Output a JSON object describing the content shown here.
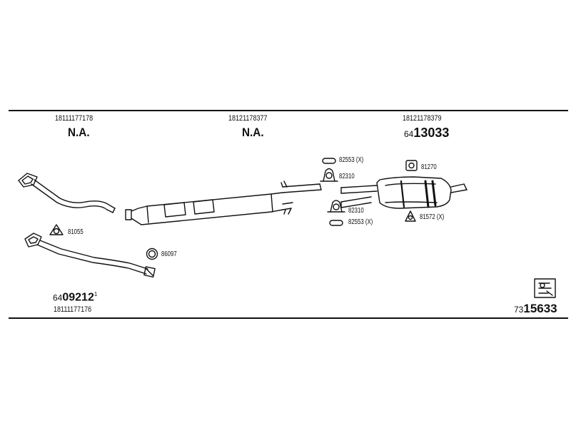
{
  "sections": [
    {
      "oem": "18111177178",
      "status": "N.A."
    },
    {
      "oem": "18121178377",
      "status": "N.A."
    },
    {
      "oem": "18121178379",
      "pn_prefix": "64",
      "pn_main": "13033"
    }
  ],
  "front_pipe": {
    "pn_prefix": "64",
    "pn_main": "09212",
    "pn_suffix": "1",
    "oem": "18111177176"
  },
  "parts": {
    "gasket_81055": "81055",
    "ring_86097": "86097",
    "clamp_82553_top": "82553 (X)",
    "clamp_82310_top": "82310",
    "clamp_82310_bottom": "82310",
    "clamp_82553_bottom": "82553 (X)",
    "mount_81270": "81270",
    "mount_81572": "81572 (X)"
  },
  "kit": {
    "pn_prefix": "73",
    "pn_main": "15633"
  }
}
